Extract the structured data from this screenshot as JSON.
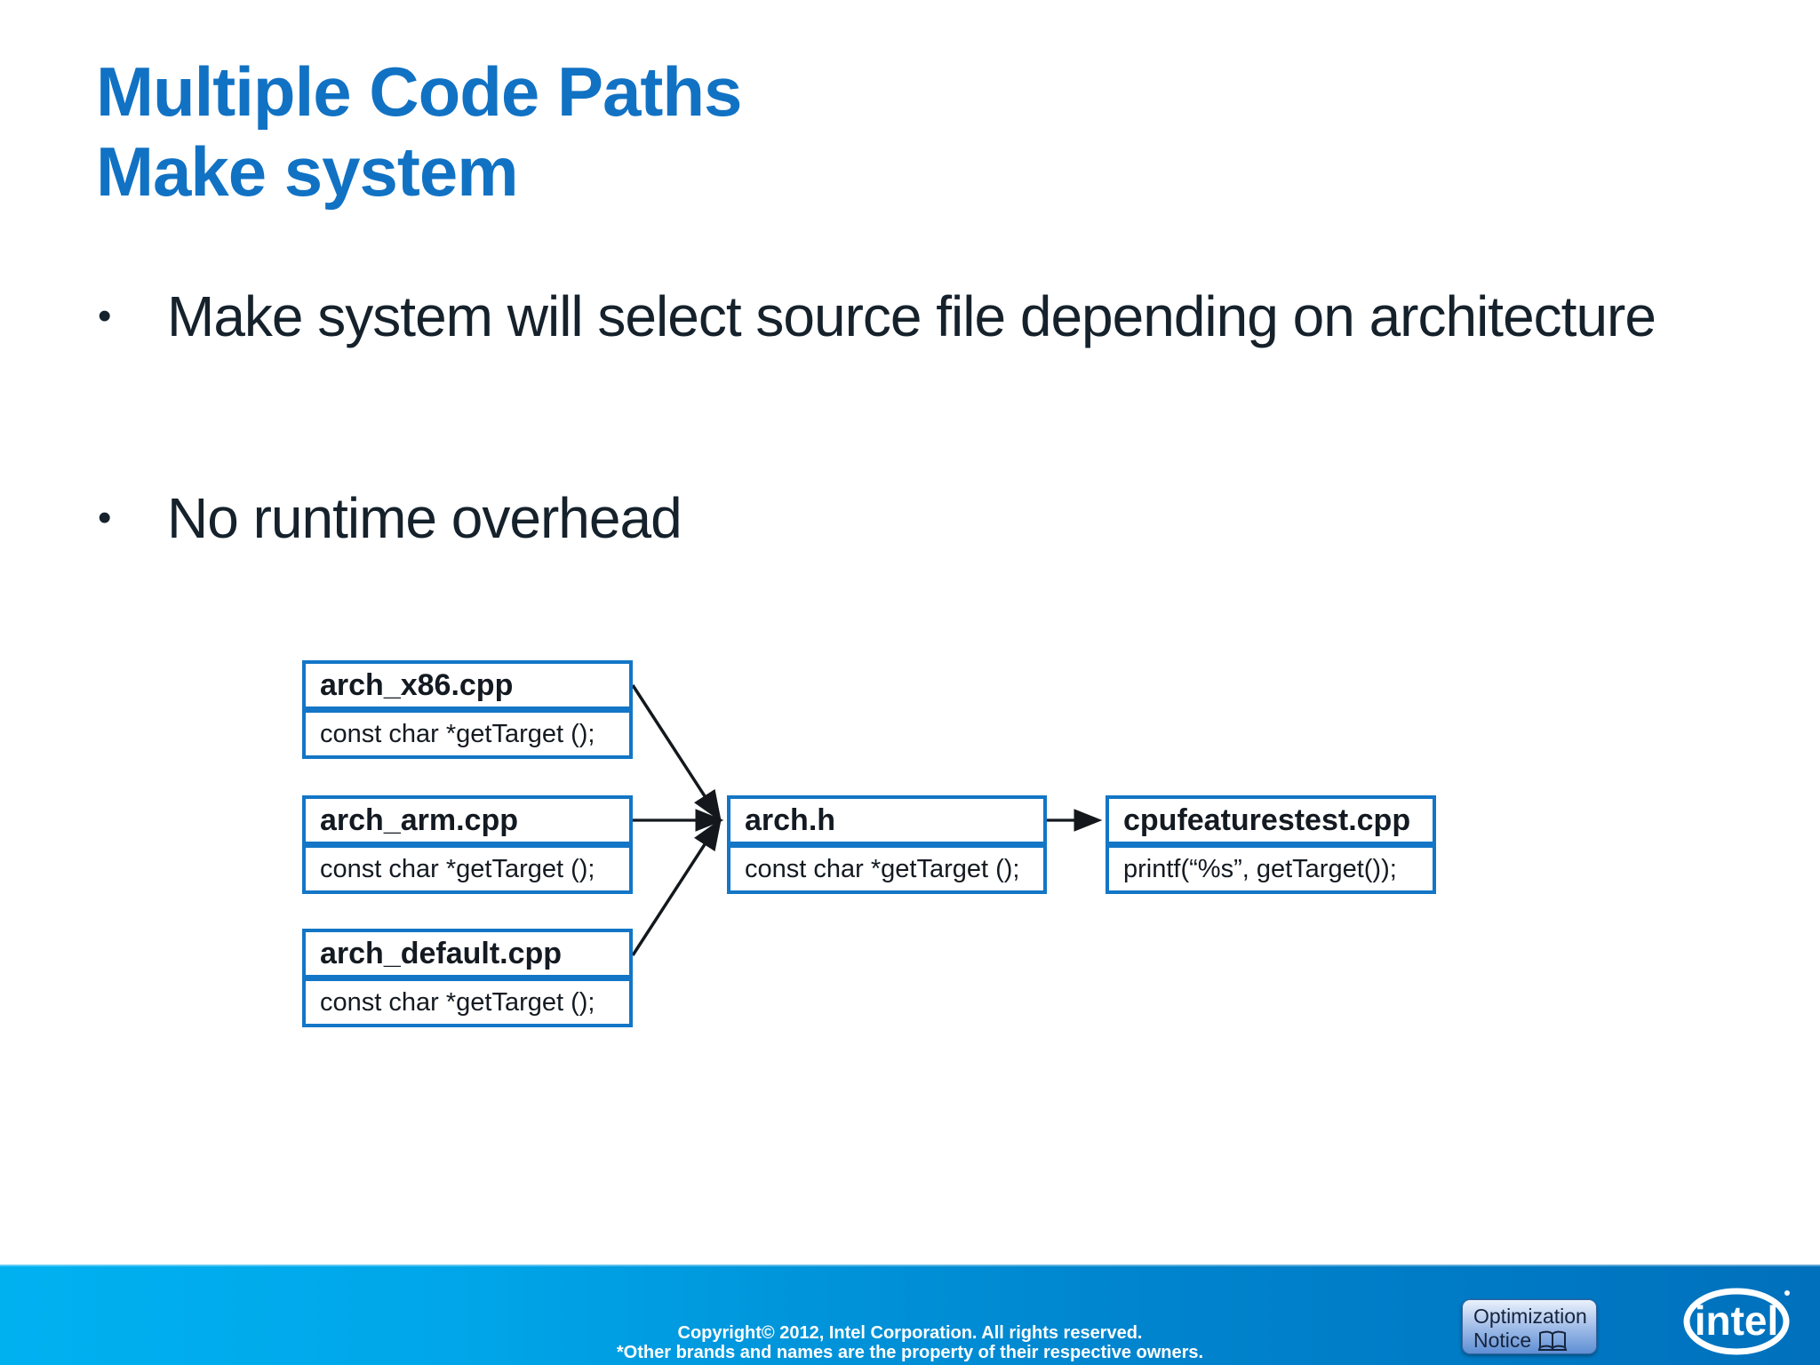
{
  "slide": {
    "title": {
      "line1": "Multiple Code Paths",
      "line2": "Make system"
    },
    "bullets": [
      "Make system will select source file depending on architecture",
      "No runtime overhead"
    ],
    "bullet_marker": "•"
  },
  "diagram": {
    "boxes": [
      {
        "title": "arch_x86.cpp",
        "body": "const char *getTarget ();"
      },
      {
        "title": "arch_arm.cpp",
        "body": "const char *getTarget ();"
      },
      {
        "title": "arch_default.cpp",
        "body": "const char *getTarget ();"
      },
      {
        "title": "arch.h",
        "body": "const char *getTarget ();"
      },
      {
        "title": "cpufeaturestest.cpp",
        "body": "printf(“%s”, getTarget());"
      }
    ]
  },
  "footer": {
    "copyright_line1": "Copyright© 2012, Intel Corporation. All rights reserved.",
    "copyright_line2": "*Other brands and names are the property of their respective owners.",
    "notice": {
      "line1": "Optimization",
      "line2": "Notice"
    },
    "logo_text": "intel"
  },
  "colors": {
    "title_blue": "#1172C4",
    "body_text_dark": "#15212B",
    "box_border_blue": "#1376C6",
    "arrow_black": "#14181C",
    "footer_gradient_left": "#00B1F0",
    "footer_gradient_right": "#0070BC",
    "badge_text": "#16243D"
  }
}
